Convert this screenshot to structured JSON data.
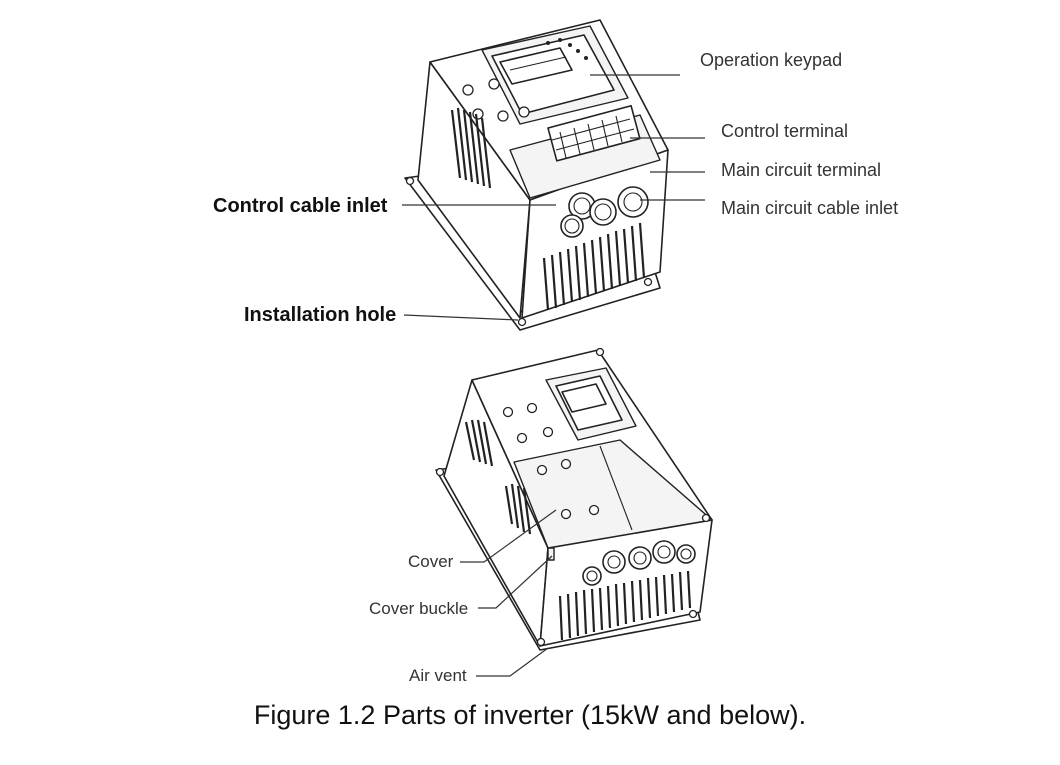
{
  "figure": {
    "caption": "Figure 1.2 Parts of inverter (15kW and below)."
  },
  "labels": {
    "operation_keypad": "Operation keypad",
    "control_terminal": "Control terminal",
    "main_circuit_terminal": "Main circuit terminal",
    "main_circuit_cable_inlet": "Main circuit cable inlet",
    "control_cable_inlet": "Control cable inlet",
    "installation_hole": "Installation hole",
    "cover": "Cover",
    "cover_buckle": "Cover buckle",
    "air_vent": "Air vent"
  }
}
